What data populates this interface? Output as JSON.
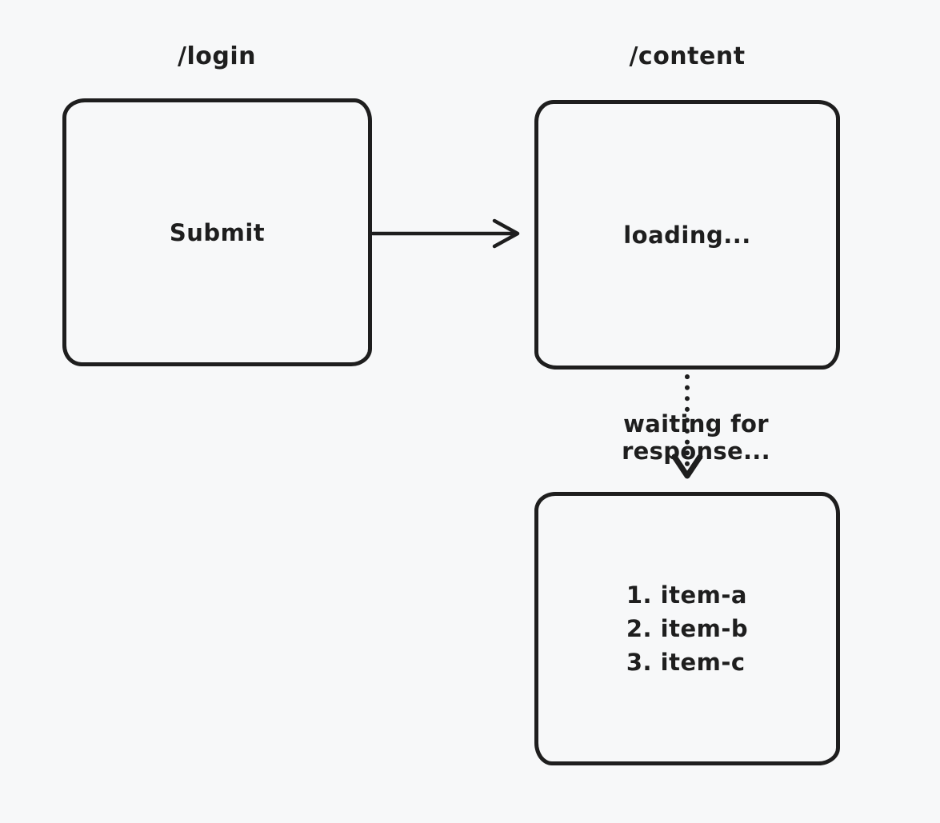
{
  "canvas": {
    "background_color": "#f7f8f9",
    "stroke_color": "#1e1e1e"
  },
  "login_box": {
    "title": "/login",
    "label": "Submit"
  },
  "content_box": {
    "title": "/content",
    "label": "loading..."
  },
  "result_box": {
    "items": [
      "1. item-a",
      "2. item-b",
      "3. item-c"
    ]
  },
  "arrows": {
    "request_arrow_style": "solid-right",
    "response_arrow_style": "dotted-down",
    "response_label": "waiting for response..."
  }
}
